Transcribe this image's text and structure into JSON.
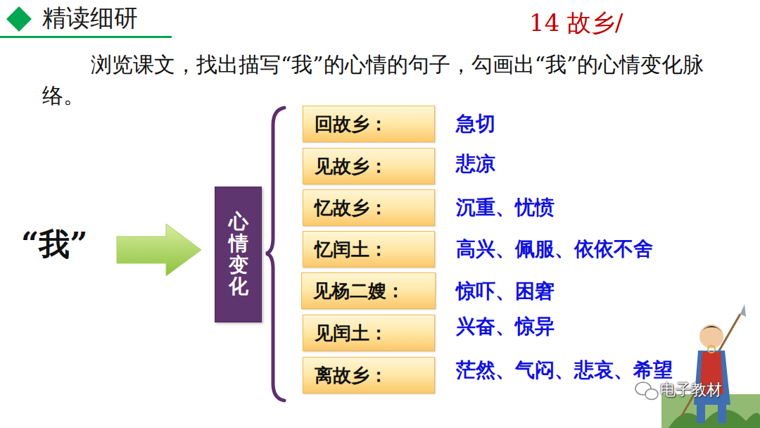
{
  "diagram": {
    "title": "精读细研",
    "nodes": [
      {
        "text": [
          "心情变化"
        ]
      },
      {
        "text": [
          "回故乡："
        ]
      },
      {
        "text": [
          "见故乡："
        ]
      },
      {
        "text": [
          "忆故乡："
        ]
      },
      {
        "text": [
          "忆闰土："
        ]
      },
      {
        "text": [
          "见杨二嫂："
        ]
      },
      {
        "text": [
          "见闰土："
        ]
      },
      {
        "text": [
          "离故乡："
        ]
      }
    ],
    "labels": [
      "14 故乡/",
      "浏览课文，找出描写“我”的心情的句子，勾画出“我”的心情变化脉络。",
      "“我”",
      "急切",
      "悲凉",
      "沉重、忧愤",
      "高兴、佩服、依依不舍",
      "惊吓、困窘",
      "兴奋、惊异",
      "茫然、气闷、悲哀、希望",
      "电子教材"
    ]
  }
}
